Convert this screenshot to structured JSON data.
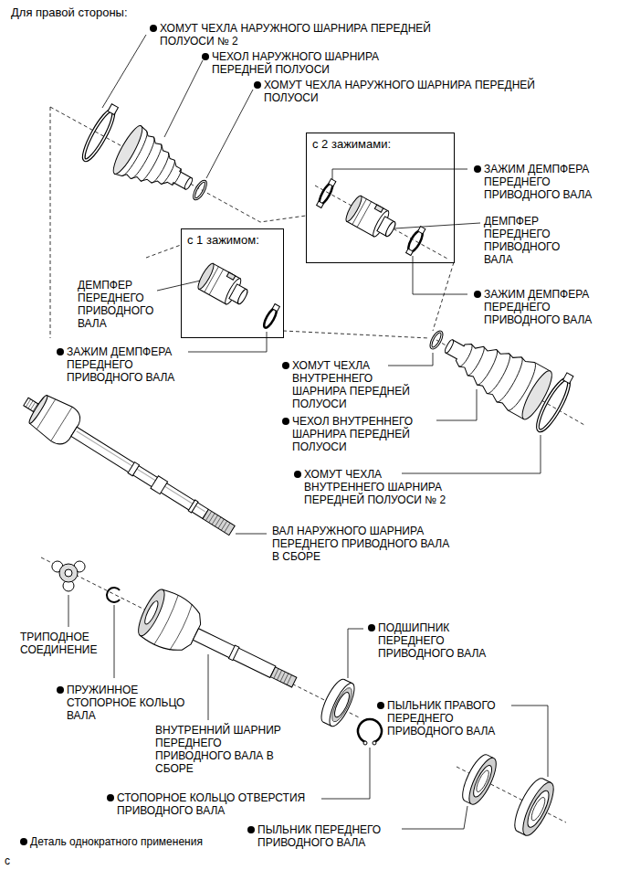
{
  "diagram": {
    "title": "Для правой стороны:",
    "nodes": [
      {
        "text": [
          "с 2 зажимами:"
        ]
      },
      {
        "text": [
          "с 1 зажимом:"
        ]
      }
    ],
    "labels": [
      "ХОМУТ ЧЕХЛА НАРУЖНОГО ШАРНИРА ПЕРЕДНЕЙ ПОЛУОСИ № 2",
      "ЧЕХОЛ НАРУЖНОГО ШАРНИРА ПЕРЕДНЕЙ ПОЛУОСИ",
      "ХОМУТ ЧЕХЛА НАРУЖНОГО ШАРНИРА ПЕРЕДНЕЙ ПОЛУОСИ",
      "ЗАЖИМ ДЕМПФЕРА ПЕРЕДНЕГО ПРИВОДНОГО ВАЛА",
      "ДЕМПФЕР ПЕРЕДНЕГО ПРИВОДНОГО ВАЛА",
      "ДЕМПФЕР ПЕРЕДНЕГО ПРИВОДНОГО ВАЛА",
      "ЗАЖИМ ДЕМПФЕРА ПЕРЕДНЕГО ПРИВОДНОГО ВАЛА",
      "ЗАЖИМ ДЕМПФЕРА ПЕРЕДНЕГО ПРИВОДНОГО ВАЛА",
      "ХОМУТ ЧЕХЛА ВНУТРЕННЕГО ШАРНИРА ПЕРЕДНЕЙ ПОЛУОСИ",
      "ЧЕХОЛ ВНУТРЕННЕГО ШАРНИРА ПЕРЕДНЕЙ ПОЛУОСИ",
      "ХОМУТ ЧЕХЛА ВНУТРЕННЕГО ШАРНИРА ПЕРЕДНЕЙ ПОЛУОСИ № 2",
      "ВАЛ НАРУЖНОГО ШАРНИРА ПЕРЕДНЕГО ПРИВОДНОГО ВАЛА В СБОРЕ",
      "ПОДШИПНИК ПЕРЕДНЕГО ПРИВОДНОГО ВАЛА",
      "ТРИПОДНОЕ СОЕДИНЕНИЕ",
      "ПРУЖИННОЕ СТОПОРНОЕ КОЛЬЦО ВАЛА",
      "ПЫЛЬНИК ПРАВОГО ПЕРЕДНЕГО ПРИВОДНОГО ВАЛА",
      "ВНУТРЕННИЙ ШАРНИР ПЕРЕДНЕГО ПРИВОДНОГО ВАЛА В СБОРЕ",
      "СТОПОРНОЕ КОЛЬЦО ОТВЕРСТИЯ ПРИВОДНОГО ВАЛА",
      "ПЫЛЬНИК ПЕРЕДНЕГО ПРИВОДНОГО ВАЛА",
      "c"
    ],
    "legend": [
      {
        "text": "Деталь однократного применения"
      }
    ]
  }
}
